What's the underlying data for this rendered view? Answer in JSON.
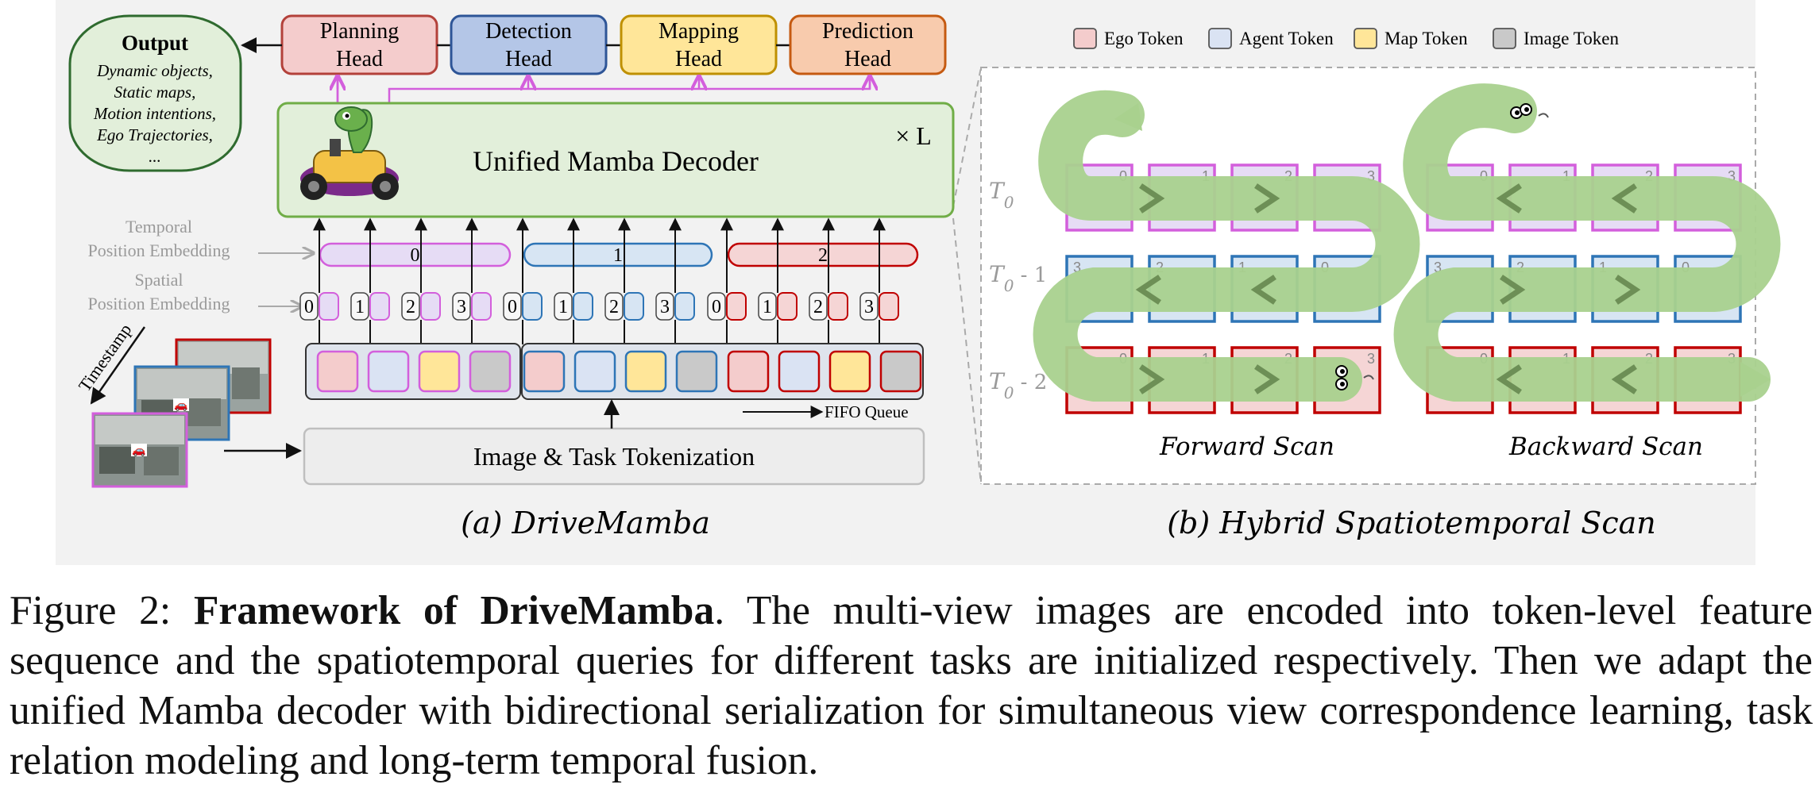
{
  "heads": [
    {
      "line1": "Planning",
      "line2": "Head",
      "fill": "#f4cccc",
      "stroke": "#b3413a"
    },
    {
      "line1": "Detection",
      "line2": "Head",
      "fill": "#b4c6e7",
      "stroke": "#2e5597"
    },
    {
      "line1": "Mapping",
      "line2": "Head",
      "fill": "#ffe699",
      "stroke": "#bf9000"
    },
    {
      "line1": "Prediction",
      "line2": "Head",
      "fill": "#f8cbad",
      "stroke": "#c55a11"
    }
  ],
  "output": {
    "title": "Output",
    "lines": [
      "Dynamic objects,",
      "Static maps,",
      "Motion intentions,",
      "Ego Trajectories,",
      "..."
    ]
  },
  "decoder": {
    "label": "Unified Mamba Decoder",
    "repeat": "× L"
  },
  "embeddings": {
    "temporal": [
      "Temporal",
      "Position Embedding"
    ],
    "spatial": [
      "Spatial",
      "Position Embedding"
    ],
    "groups": [
      "0",
      "1",
      "2"
    ],
    "spatial_indices": [
      "0",
      "1",
      "2",
      "3"
    ]
  },
  "tokenization": {
    "label": "Image & Task Tokenization",
    "fifo": "FIFO Queue",
    "timestamp": "Timestamp"
  },
  "legend": [
    {
      "label": "Ego Token",
      "fill": "#f4cccc"
    },
    {
      "label": "Agent Token",
      "fill": "#dae3f3"
    },
    {
      "label": "Map Token",
      "fill": "#ffe699"
    },
    {
      "label": "Image Token",
      "fill": "#c9c9c9"
    }
  ],
  "scan": {
    "rows": [
      "T0",
      "T0 - 1",
      "T0 - 2"
    ],
    "forward_label": "Forward Scan",
    "backward_label": "Backward Scan",
    "cell_numbers_forward": [
      [
        "0",
        "1",
        "2",
        "3"
      ],
      [
        "3",
        "2",
        "1",
        "0"
      ],
      [
        "0",
        "1",
        "2",
        "3"
      ]
    ],
    "cell_numbers_backward": [
      [
        "0",
        "1",
        "2",
        "3"
      ],
      [
        "3",
        "2",
        "1",
        "0"
      ],
      [
        "0",
        "1",
        "2",
        "3"
      ]
    ]
  },
  "subcaptions": {
    "a": "(a) DriveMamba",
    "b": "(b) Hybrid Spatiotemporal Scan"
  },
  "caption": {
    "prefix": "Figure 2: ",
    "bold": "Framework of DriveMamba",
    "text": ". The multi-view images are encoded into token-level feature sequence and the spatiotemporal queries for different tasks are initialized respectively. Then we adapt the unified Mamba decoder with bidirectional serialization for simultaneous view correspondence learning, task relation modeling and long-term temporal fusion."
  },
  "colors": {
    "purple": "#d35fdc",
    "purple_fill": "#e6dcf5",
    "blue": "#2e75b6",
    "blue_fill": "#d7e5f3",
    "red": "#c00000",
    "red_fill": "#f5d5d5",
    "snake": "#a9d18e",
    "decoder_fill": "#e2efda",
    "decoder_stroke": "#70ad47",
    "token_gray": "#d0cece"
  }
}
